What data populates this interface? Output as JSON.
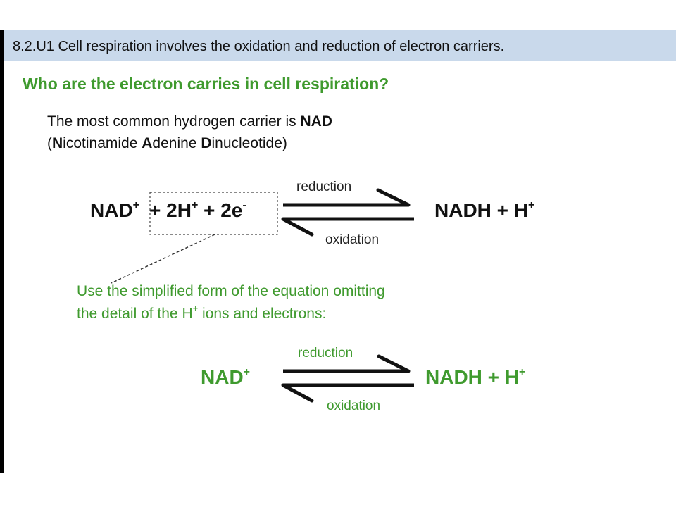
{
  "header": {
    "text": "8.2.U1 Cell respiration involves the oxidation and reduction of electron carriers."
  },
  "question": "Who are the electron carries in cell respiration?",
  "intro": {
    "line1_prefix": "The most common hydrogen carrier is ",
    "line1_bold": "NAD",
    "line2_open": "(",
    "n_bold": "N",
    "n_rest": "icotinamide ",
    "a_bold": "A",
    "a_rest": "denine ",
    "d_bold": "D",
    "d_rest": "inucleotide)"
  },
  "equation_full": {
    "nad": "NAD",
    "nad_sup": "+",
    "plus1": " + 2H",
    "h_sup": "+",
    "plus2": " + 2e",
    "e_sup": "-",
    "product": "NADH + H",
    "product_sup": "+",
    "forward_label": "reduction",
    "reverse_label": "oxidation"
  },
  "note": {
    "line1": "Use the simplified form of the equation omitting",
    "line2_prefix": "the detail of the H",
    "line2_sup": "+",
    "line2_suffix": " ions and electrons:"
  },
  "equation_simple": {
    "nad": "NAD",
    "nad_sup": "+",
    "product": "NADH + H",
    "product_sup": "+",
    "forward_label": "reduction",
    "reverse_label": "oxidation"
  },
  "colors": {
    "header_bg": "#c9d9eb",
    "green": "#3f9a2e",
    "text": "#111111"
  }
}
